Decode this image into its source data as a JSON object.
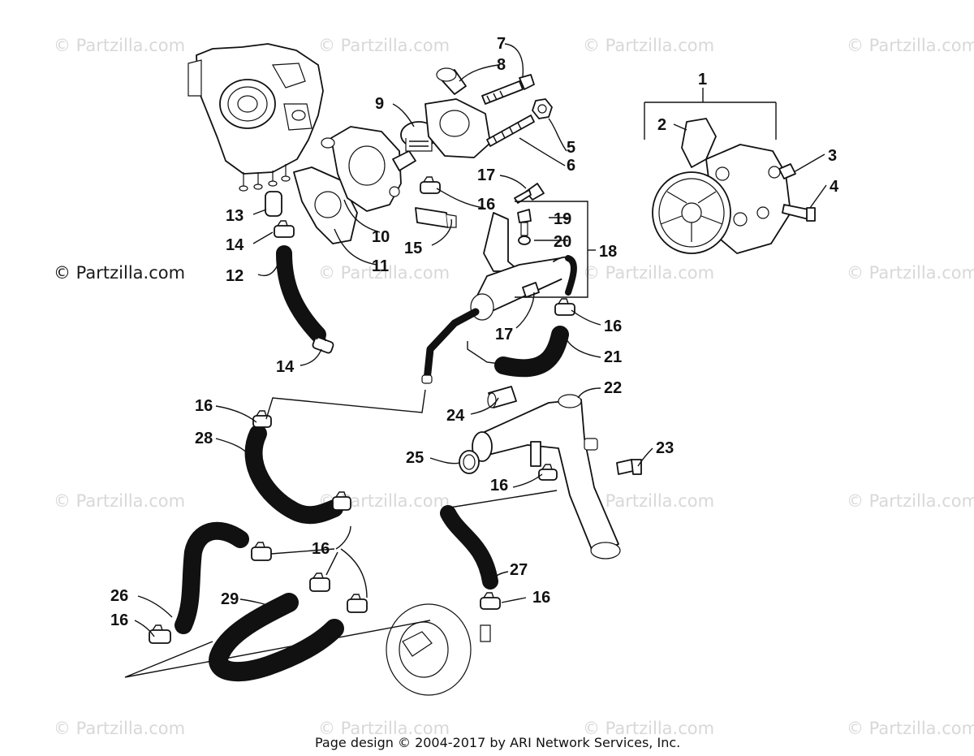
{
  "watermark": "© Partzilla.com",
  "watermark_dark": "© Partzilla.com",
  "footer": "Page design © 2004-2017 by ARI Network Services, Inc.",
  "callouts": {
    "c1": "1",
    "c2": "2",
    "c3": "3",
    "c4": "4",
    "c5": "5",
    "c6": "6",
    "c7": "7",
    "c8": "8",
    "c9": "9",
    "c10": "10",
    "c11": "11",
    "c12": "12",
    "c13": "13",
    "c14a": "14",
    "c14b": "14",
    "c15": "15",
    "c16a": "16",
    "c16b": "16",
    "c16c": "16",
    "c16d": "16",
    "c16e": "16",
    "c16f": "16",
    "c16g": "16",
    "c17a": "17",
    "c17b": "17",
    "c18": "18",
    "c19": "19",
    "c20": "20",
    "c21": "21",
    "c22": "22",
    "c23": "23",
    "c24": "24",
    "c25": "25",
    "c26": "26",
    "c27": "27",
    "c28": "28",
    "c29": "29"
  },
  "colors": {
    "ink": "#111111",
    "watermark": "#d8d8d8",
    "background": "#ffffff"
  }
}
